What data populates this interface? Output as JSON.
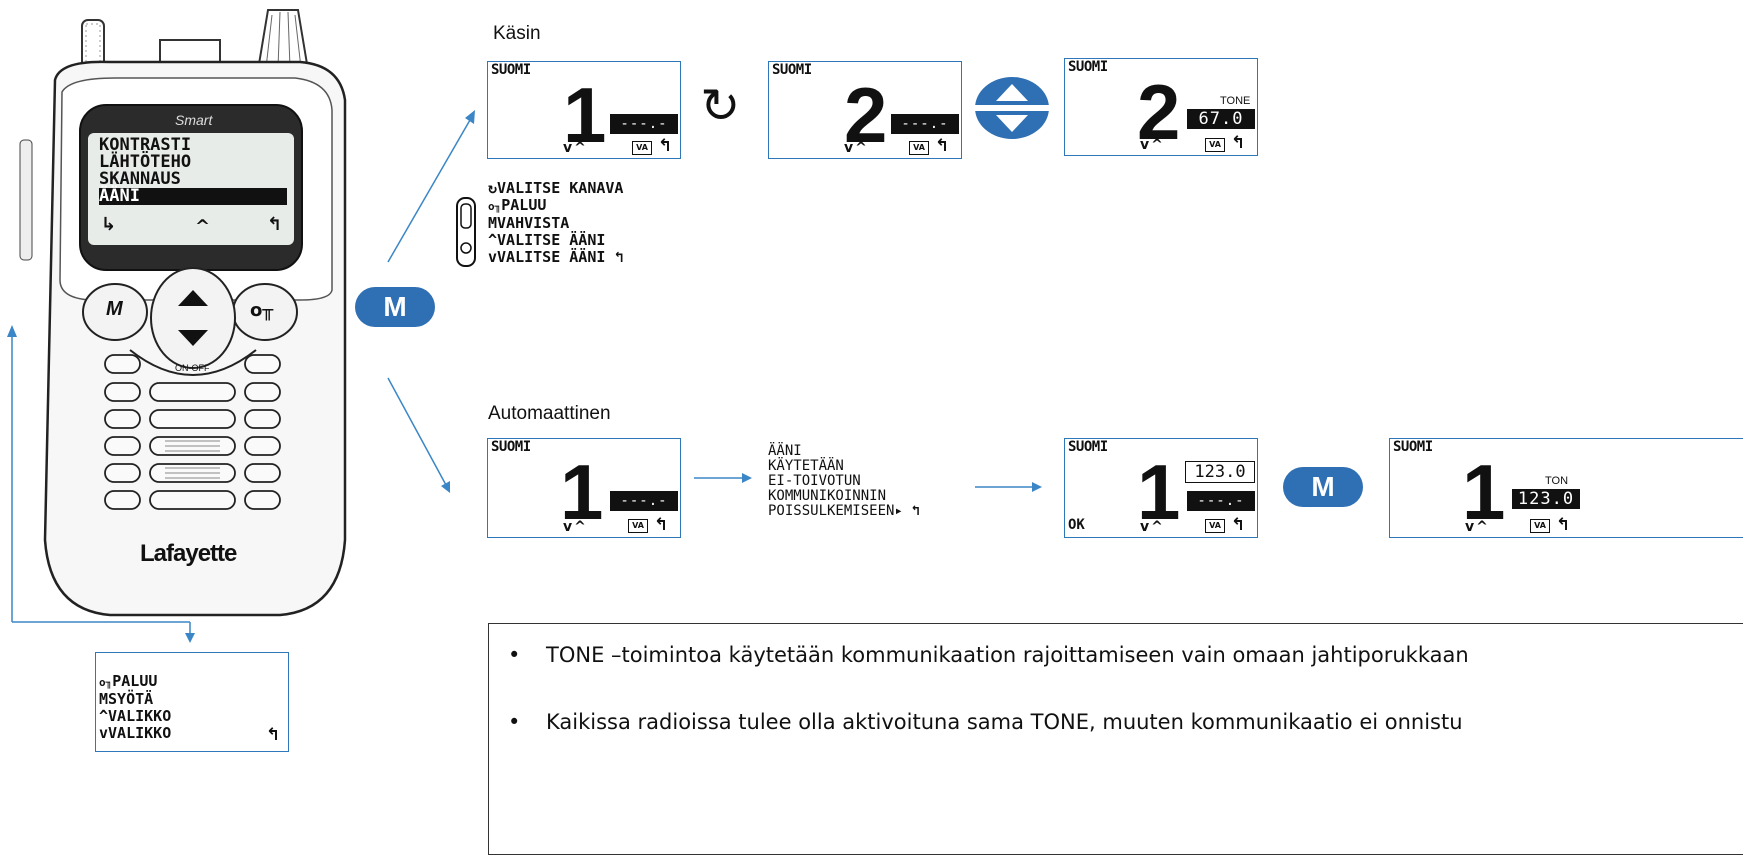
{
  "radio": {
    "screen_brand": "Smart",
    "menu_items": [
      "KONTRASTI",
      "LÄHTÖTEHO",
      "SKANNAUS",
      "ÄÄNI"
    ],
    "selected_item": "ÄÄNI",
    "bottom_icons": [
      "↳",
      "^",
      "↰"
    ],
    "buttons": {
      "m": "M",
      "key": "o╥",
      "on_off": "ON-OFF"
    },
    "brand": "Lafayette"
  },
  "back_menu": {
    "lines": [
      {
        "icon": "key-icon",
        "text": "PALUU"
      },
      {
        "icon": "m-icon",
        "text": "SYÖTÄ"
      },
      {
        "icon": "up-icon",
        "text": "VALIKKO"
      },
      {
        "icon": "down-icon",
        "text": "VALIKKO"
      }
    ]
  },
  "manual": {
    "title": "Käsin",
    "screen1": {
      "label": "SUOMI",
      "digit": "1",
      "value": "---.-"
    },
    "screen2": {
      "label": "SUOMI",
      "digit": "2",
      "value": "---.-"
    },
    "screen3": {
      "label": "SUOMI",
      "digit": "2",
      "tone_label": "TONE",
      "value": "67.0"
    },
    "legend": [
      {
        "icon": "rotate-icon",
        "text": "VALITSE KANAVA"
      },
      {
        "icon": "key-icon",
        "text": "PALUU"
      },
      {
        "icon": "m-icon",
        "text": "VAHVISTA"
      },
      {
        "icon": "up-icon",
        "text": "VALITSE ÄÄNI"
      },
      {
        "icon": "down-icon",
        "text": "VALITSE ÄÄNI"
      }
    ]
  },
  "m_label": "M",
  "automatic": {
    "title": "Automaattinen",
    "screen1": {
      "label": "SUOMI",
      "digit": "1",
      "value": "---.-"
    },
    "text_lines": [
      "ÄÄNI",
      "KÄYTETÄÄN",
      "EI-TOIVOTUN",
      "KOMMUNIKOINNIN",
      "POISSULKEMISEEN"
    ],
    "screen2": {
      "label": "SUOMI",
      "digit": "1",
      "top_value": "123.0",
      "value": "---.-",
      "ok": "OK"
    },
    "screen3": {
      "label": "SUOMI",
      "digit": "1",
      "tone_label": "TON",
      "value": "123.0"
    }
  },
  "notes": [
    "TONE –toimintoa käytetään kommunikaation rajoittamiseen vain omaan jahtiporukkaan",
    "Kaikissa radioissa tulee olla aktivoituna sama TONE, muuten kommunikaatio ei onnistu"
  ],
  "colors": {
    "accent": "#2f6fb3",
    "lcd_border": "#2e77b8",
    "arrow": "#3b86c6"
  }
}
